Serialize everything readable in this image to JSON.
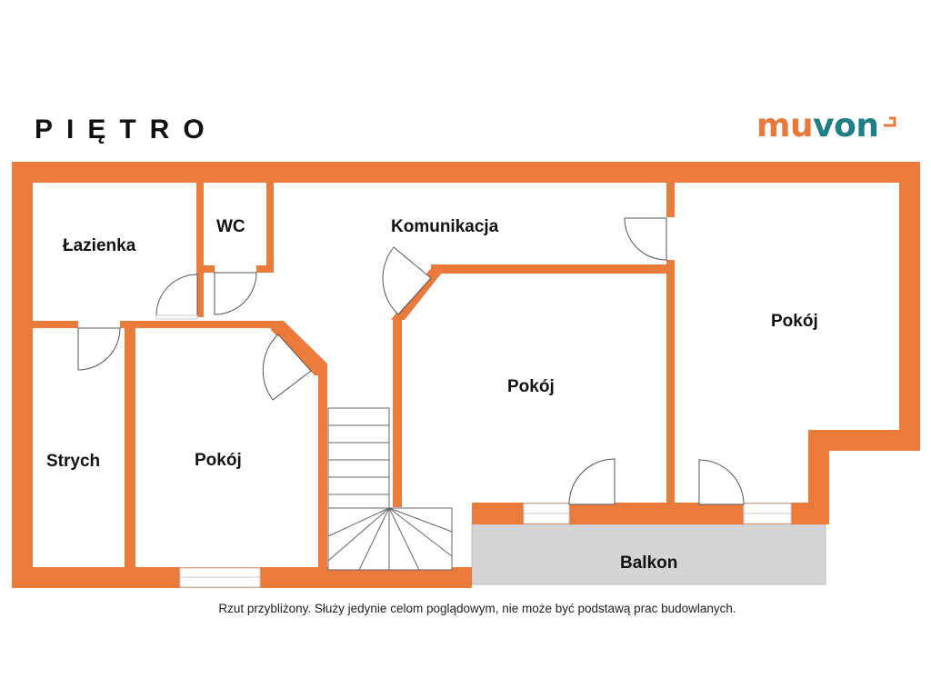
{
  "page": {
    "heading": "PIĘTRO",
    "disclaimer": "Rzut przybliżony. Służy jedynie celom poglądowym, nie może być podstawą prac budowlanych."
  },
  "logo": {
    "part1": "mu",
    "part2": "von",
    "color_primary": "#ea7a3c",
    "color_secondary": "#1f7f86"
  },
  "plan": {
    "wall_color": "#ea7b3a",
    "balcony_color": "#d4d4d4",
    "rooms": {
      "lazienka": "Łazienka",
      "wc": "WC",
      "komunikacja": "Komunikacja",
      "pokoj_center": "Pokój",
      "pokoj_right": "Pokój",
      "strych": "Strych",
      "pokoj_left": "Pokój",
      "balkon": "Balkon"
    }
  }
}
